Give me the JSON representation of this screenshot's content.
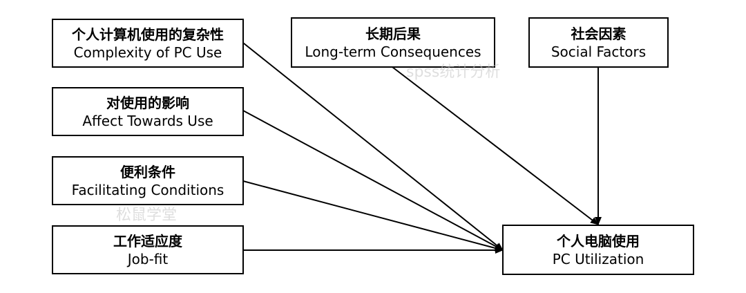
{
  "diagram": {
    "factors": [
      {
        "zh": "个人计算机使用的复杂性",
        "en": "Complexity of PC Use"
      },
      {
        "zh": "对使用的影响",
        "en": "Affect Towards Use"
      },
      {
        "zh": "便利条件",
        "en": "Facilitating Conditions"
      },
      {
        "zh": "工作适应度",
        "en": "Job-fit"
      },
      {
        "zh": "长期后果",
        "en": "Long-term Consequences"
      },
      {
        "zh": "社会因素",
        "en": "Social Factors"
      }
    ],
    "outcome": {
      "zh": "个人电脑使用",
      "en": "PC Utilization"
    }
  },
  "watermarks": [
    "spss统计分析",
    "松鼠学堂"
  ],
  "colors": {
    "stroke": "#000000",
    "watermark": "#c4c4c4"
  }
}
